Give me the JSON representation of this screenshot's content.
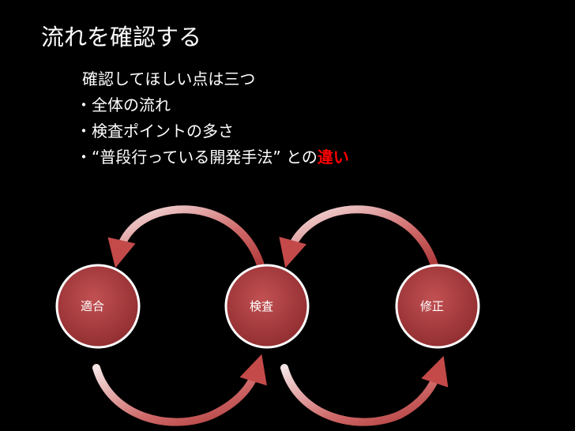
{
  "title": "流れを確認する",
  "intro": "確認してほしい点は三つ",
  "bullets": [
    {
      "marker": "・",
      "text": "全体の流れ"
    },
    {
      "marker": "・",
      "text": "検査ポイントの多さ"
    },
    {
      "marker": "・",
      "text": "“普段行っている開発手法” との",
      "accent": "違い"
    }
  ],
  "colors": {
    "background": "#000000",
    "text": "#ffffff",
    "accent": "#ff0000",
    "node_fill": "#a83a3c",
    "node_stroke": "#ffffff",
    "arrow": "#c04848"
  },
  "nodes": [
    {
      "id": "node-fit",
      "label": "適合"
    },
    {
      "id": "node-inspect",
      "label": "検査"
    },
    {
      "id": "node-fix",
      "label": "修正"
    }
  ]
}
